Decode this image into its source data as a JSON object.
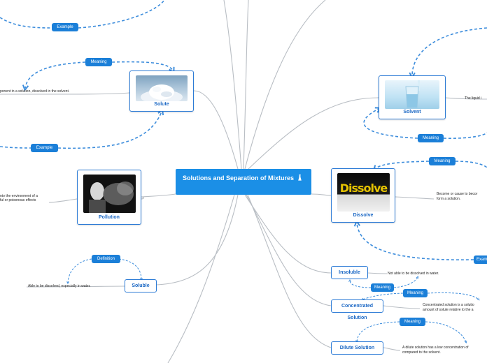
{
  "central": {
    "title": "Solutions and Separation of Mixtures",
    "icon": "flask-icon"
  },
  "nodes": {
    "solute": {
      "label": "Solute",
      "image": "salt-pile-image"
    },
    "solvent": {
      "label": "Solvent",
      "image": "water-glass-image"
    },
    "pollution": {
      "label": "Pollution",
      "image": "smoke-person-image"
    },
    "dissolve": {
      "label": "Dissolve",
      "image": "dissolve-text-image",
      "image_text": "Dissolve"
    },
    "soluble": {
      "label": "Soluble"
    },
    "insoluble": {
      "label": "Insoluble"
    },
    "concentrated": {
      "label": "Concentrated Solution"
    },
    "dilute": {
      "label": "Dilute Solution"
    }
  },
  "tags": {
    "example_top": "Example",
    "meaning_solute": "Meaning",
    "example_solute": "Example",
    "meaning_solvent": "Meaning",
    "meaning_dissolve": "Meaning",
    "example_dissolve": "Exam",
    "definition_soluble": "Definition",
    "meaning_insoluble": "Meaning",
    "meaning_concentrated": "Meaning",
    "meaning_dilute": "Meaning"
  },
  "notes": {
    "solute": "ponent in a solution, dissolved in the solvent.",
    "solvent": "The liquid i",
    "pollution_1": "nto the environment of a",
    "pollution_2": "ful or poisonous effects",
    "dissolve_1": "Become or cause to becor",
    "dissolve_2": "form a solution.",
    "soluble": "Able to be dissolved, especially in water.",
    "insoluble": "Not able to be dissolved in water.",
    "concentrated_1": "Concentrated solution is a solutio",
    "concentrated_2": "amount of solute relative to the a",
    "dilute_1": "A dilute solution has a low concentration of",
    "dilute_2": "compared to the solvent."
  },
  "colors": {
    "accent": "#1b8fe6",
    "node_border": "#2c7bd6",
    "node_text": "#1a67c4",
    "link": "#b9bec4",
    "dashed": "#3d8ddc"
  }
}
